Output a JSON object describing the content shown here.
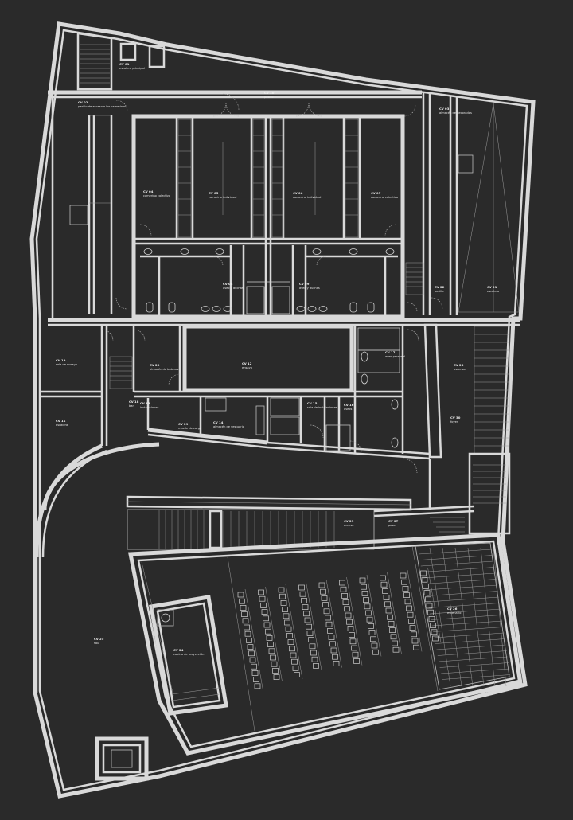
{
  "drawing": {
    "background": "#2a2a2a",
    "line_color": "#d9d9d9"
  },
  "spaces": {
    "s01": [
      "CV 01",
      "escalera principal"
    ],
    "s02": [
      "CV 02",
      "pasillo de acceso a los camerinos"
    ],
    "s03": [
      "CV 03",
      "almacén de decorados"
    ],
    "s04": [
      "CV 04",
      "camerino colectivo"
    ],
    "s05": [
      "CV 05",
      "camerino individual"
    ],
    "s06": [
      "CV 06",
      "camerino individual"
    ],
    "s07": [
      "CV 07",
      "camerino colectivo"
    ],
    "s08": [
      "CV 08",
      "aseo y duchas"
    ],
    "s09": [
      "CV 09",
      "aseo y duchas"
    ],
    "s10": [
      "CV 10",
      "pasillo"
    ],
    "s11": [
      "CV 11",
      "escalera"
    ],
    "s12": [
      "CV 12",
      "ensayo"
    ],
    "s13": [
      "CV 13",
      "instalaciones"
    ],
    "s14": [
      "CV 14",
      "almacén de vestuario"
    ],
    "s15": [
      "CV 15",
      "sala de instalaciones"
    ],
    "s16": [
      "CV 16",
      "aseos"
    ],
    "s17": [
      "CV 17",
      "aseo personal"
    ],
    "s18": [
      "CV 18",
      "bar"
    ],
    "s19": [
      "CV 19",
      "sala de ensayo"
    ],
    "s20": [
      "CV 20",
      "almacén de butacas"
    ],
    "s21": [
      "CV 21",
      "escalera"
    ],
    "s22": [
      "CV 22",
      "pasillo"
    ],
    "s23": [
      "CV 23",
      "acceso"
    ],
    "s24": [
      "CV 24",
      "cabina de proyección"
    ],
    "s25": [
      "CV 25",
      "sala"
    ],
    "s26": [
      "CV 26",
      "escenario"
    ],
    "s27": [
      "CV 27",
      "paso"
    ],
    "s28": [
      "CV 28",
      "ascensor"
    ],
    "s29": [
      "CV 29",
      "muelle de carga"
    ],
    "s30": [
      "CV 30",
      "foyer"
    ]
  }
}
